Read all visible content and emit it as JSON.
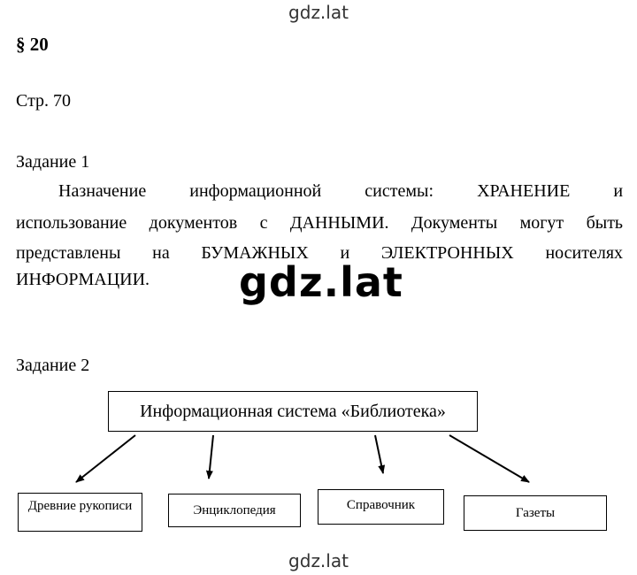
{
  "watermark": {
    "top": "gdz.lat",
    "center": "gdz.lat",
    "bottom": "gdz.lat"
  },
  "section": "§ 20",
  "page_ref": "Стр. 70",
  "task1": {
    "heading": "Задание 1",
    "lines": [
      [
        "Назначение",
        "информационной",
        "системы:",
        "ХРАНЕНИЕ",
        "и"
      ],
      [
        "использование",
        "документов",
        "с",
        "ДАННЫМИ.",
        "Документы",
        "могут",
        "быть"
      ],
      [
        "представлены",
        "на",
        "БУМАЖНЫХ",
        "и",
        "ЭЛЕКТРОННЫХ",
        "носителях"
      ],
      [
        "ИНФОРМАЦИИ."
      ]
    ]
  },
  "task2": {
    "heading": "Задание 2",
    "root": "Информационная система «Библиотека»",
    "children": [
      "Древние рукописи",
      "Энциклопедия",
      "Справочник",
      "Газеты"
    ]
  }
}
